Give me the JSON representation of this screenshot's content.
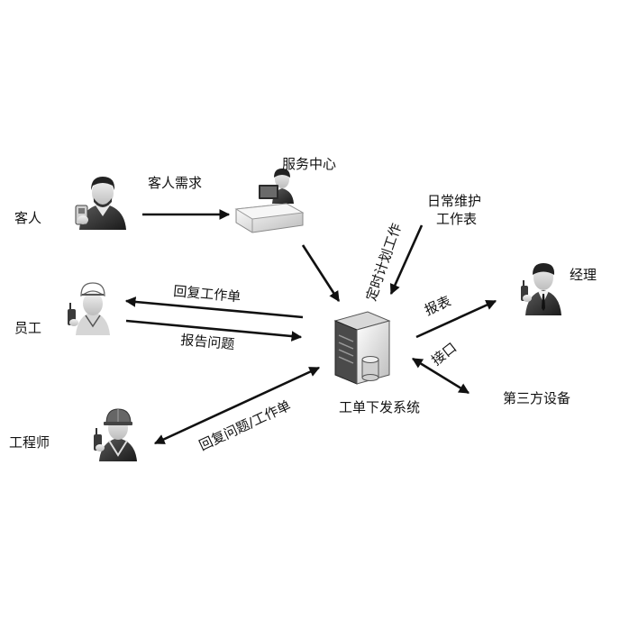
{
  "nodes": {
    "customer": "客人",
    "service_center": "服务中心",
    "employee": "员工",
    "engineer": "工程师",
    "manager": "经理",
    "system": "工单下发系统",
    "third_party": "第三方设备",
    "maintenance_table": [
      "日常维护",
      "工作表"
    ]
  },
  "edges": {
    "customer_request": "客人需求",
    "scheduled_plan": "定时计划工作",
    "reply_work_order": "回复工作单",
    "report_problem": "报告问题",
    "reply_problem_work_order": "回复问题/工作单",
    "report": "报表",
    "interface": "接口"
  },
  "icons": [
    "customer-icon",
    "service-center-icon",
    "employee-icon",
    "engineer-icon",
    "manager-icon",
    "server-icon"
  ]
}
